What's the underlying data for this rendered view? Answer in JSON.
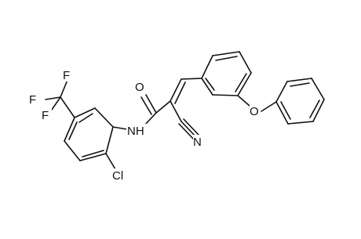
{
  "atoms": {
    "f_top": "F",
    "f_left": "F",
    "f_mid": "F",
    "cl": "Cl",
    "nh": "NH",
    "o_carbonyl": "O",
    "n_nitrile": "N",
    "o_ether": "O"
  },
  "colors": {
    "bond": "#111111",
    "label": "#111111",
    "background": "#ffffff"
  }
}
